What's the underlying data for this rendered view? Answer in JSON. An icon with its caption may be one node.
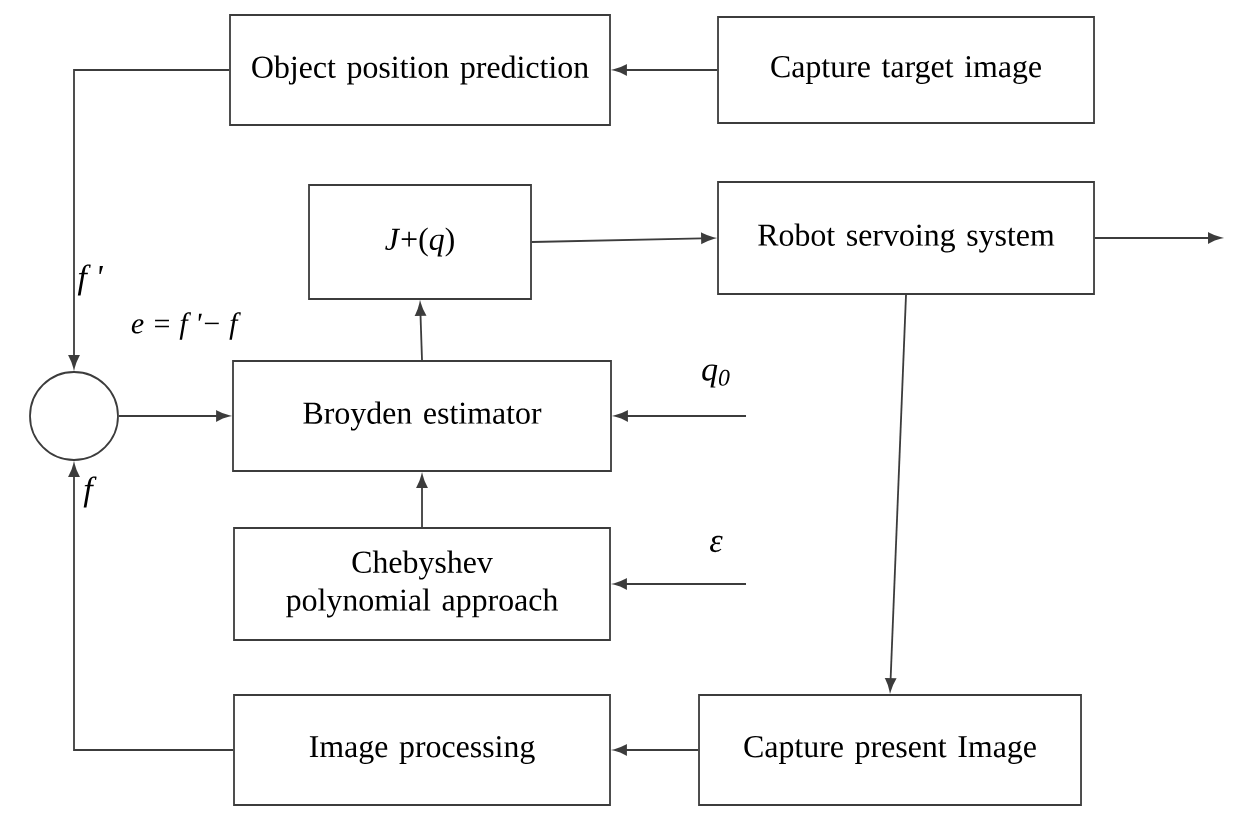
{
  "diagram": {
    "nodes": [
      {
        "text": [
          "Object position prediction"
        ]
      },
      {
        "text": [
          "Capture target image"
        ]
      },
      {
        "text": [
          "*J*+(*q*)"
        ]
      },
      {
        "text": [
          "Robot servoing system"
        ]
      },
      {
        "text": [],
        "shape": "circle"
      },
      {
        "text": [
          "Broyden estimator"
        ]
      },
      {
        "text": [
          "Chebyshev polynomial approach"
        ]
      },
      {
        "text": [
          "Image processing"
        ]
      },
      {
        "text": [
          "Capture present Image"
        ]
      }
    ],
    "edges": [
      {
        "from": 1,
        "to": 0,
        "arrow": "to"
      },
      {
        "from": 0,
        "to": 4,
        "arrow": "to",
        "label": "f '"
      },
      {
        "from": 4,
        "to": 5,
        "arrow": "to"
      },
      {
        "from": 5,
        "to": 2,
        "arrow": "to"
      },
      {
        "from": 2,
        "to": 3,
        "arrow": "to"
      },
      {
        "from": 3,
        "to": null,
        "arrow": "to"
      },
      {
        "from": 3,
        "to": 8,
        "arrow": "to"
      },
      {
        "from": null,
        "to": 5,
        "arrow": "to",
        "label": "q$_{0}$"
      },
      {
        "from": null,
        "to": 6,
        "arrow": "to",
        "label": "ε"
      },
      {
        "from": 6,
        "to": 5,
        "arrow": "to"
      },
      {
        "from": 8,
        "to": 7,
        "arrow": "to"
      },
      {
        "from": 7,
        "to": 4,
        "arrow": "to",
        "label": "f"
      }
    ],
    "labels": [
      "e = f '− f"
    ]
  }
}
